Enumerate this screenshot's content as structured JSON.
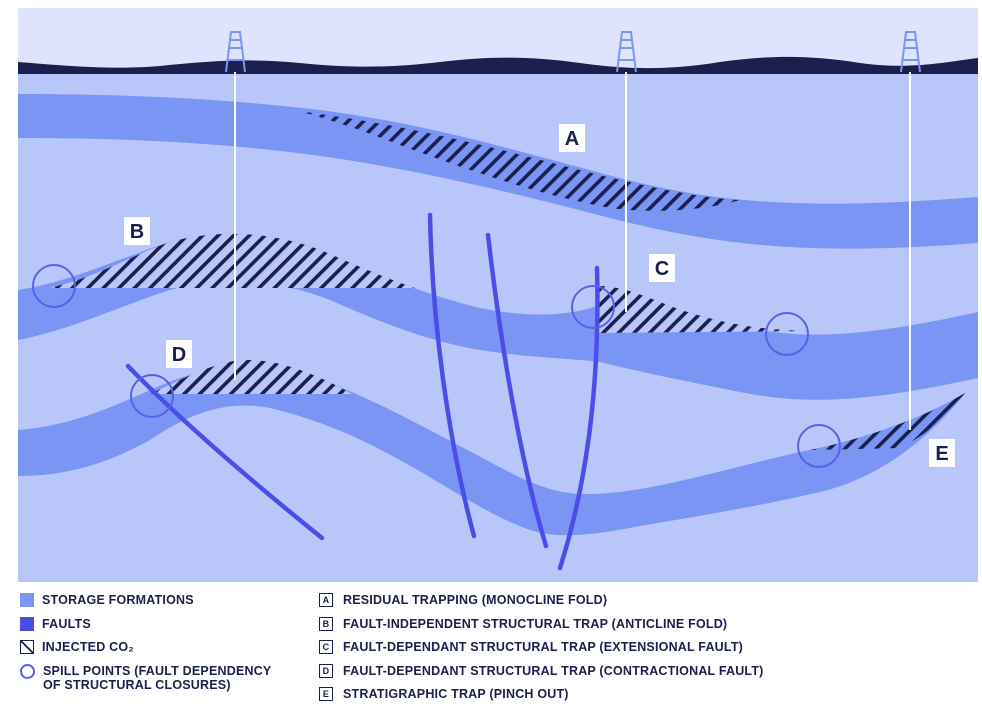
{
  "colors": {
    "sky": "#dfe3fd",
    "surface": "#1b1f4d",
    "ground": "#b9c6fa",
    "storage_formation": "#7b95f4",
    "fault": "#4b4ee6",
    "co2_hatch": "#1b1f4d",
    "spill_point": "#5a5fe8",
    "well": "#ffffff"
  },
  "traps": [
    {
      "key": "A"
    },
    {
      "key": "B"
    },
    {
      "key": "C"
    },
    {
      "key": "D"
    },
    {
      "key": "E"
    }
  ],
  "legend": {
    "symbols": [
      {
        "icon": "storage-swatch",
        "label": "STORAGE FORMATIONS"
      },
      {
        "icon": "fault-swatch",
        "label": "FAULTS"
      },
      {
        "icon": "hatch-swatch",
        "label": "INJECTED CO₂"
      },
      {
        "icon": "circle-outline-icon",
        "label_line1": "SPILL POINTS (FAULT DEPENDENCY",
        "label_line2": "OF STRUCTURAL CLOSURES)"
      }
    ],
    "keys": [
      {
        "key": "A",
        "label": "RESIDUAL TRAPPING (MONOCLINE FOLD)"
      },
      {
        "key": "B",
        "label": "FAULT-INDEPENDENT STRUCTURAL TRAP (ANTICLINE FOLD)"
      },
      {
        "key": "C",
        "label": "FAULT-DEPENDANT STRUCTURAL TRAP (EXTENSIONAL FAULT)"
      },
      {
        "key": "D",
        "label": "FAULT-DEPENDANT STRUCTURAL TRAP (CONTRACTIONAL FAULT)"
      },
      {
        "key": "E",
        "label": "STRATIGRAPHIC TRAP (PINCH OUT)"
      }
    ]
  }
}
